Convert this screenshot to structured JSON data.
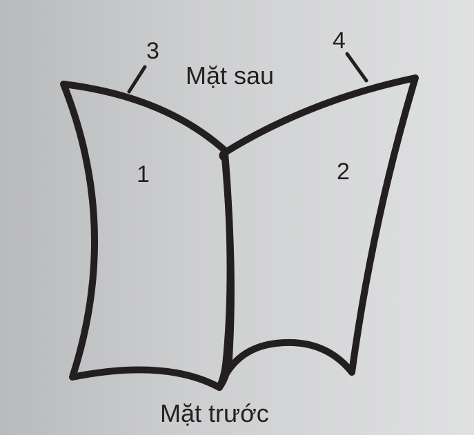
{
  "labels": {
    "back": "Mặt sau",
    "front": "Mặt trước",
    "panel_left": "1",
    "panel_right": "2",
    "edge_left": "3",
    "edge_right": "4"
  },
  "colors": {
    "stroke": "#231f20",
    "background_left": "#b9babc",
    "background_right": "#e0e1e2"
  }
}
